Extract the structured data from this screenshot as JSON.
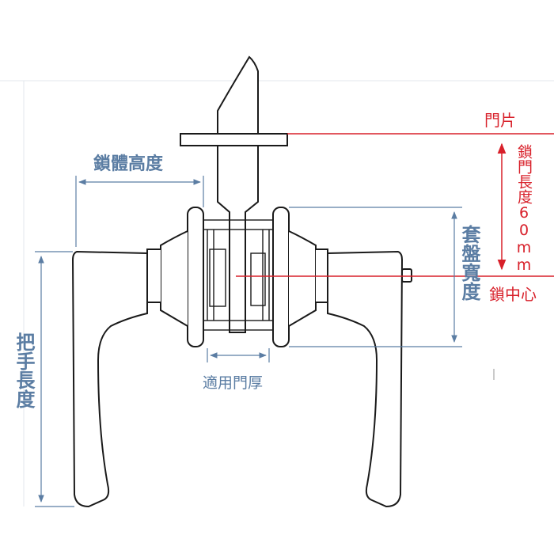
{
  "labels": {
    "door_panel": "門片",
    "lock_body_height": "鎖體高度",
    "backset": "鎖門長度60mm",
    "rose_width": "套盤寬度",
    "lock_center": "鎖中心",
    "door_thickness": "適用門厚",
    "handle_length": "把手長度"
  },
  "colors": {
    "outline": "#1a1a1a",
    "dimension": "#5b7da3",
    "highlight": "#d8202a"
  }
}
